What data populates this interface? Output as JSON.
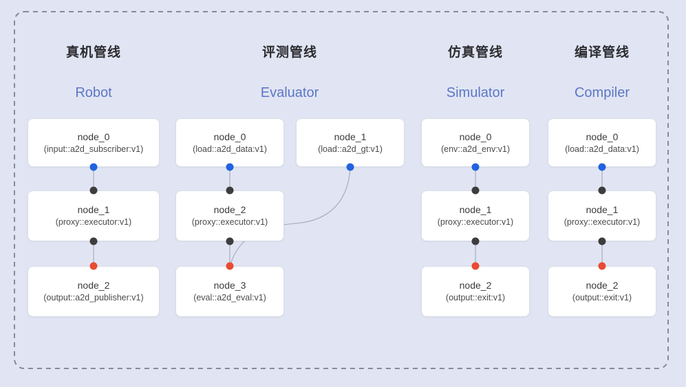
{
  "diagram": {
    "pipelines": [
      {
        "id": "robot",
        "title_zh": "真机管线",
        "title_en": "Robot",
        "nodes": [
          {
            "name": "node_0",
            "type": "(input::a2d_subscriber:v1)"
          },
          {
            "name": "node_1",
            "type": "(proxy::executor:v1)"
          },
          {
            "name": "node_2",
            "type": "(output::a2d_publisher:v1)"
          }
        ]
      },
      {
        "id": "evaluator",
        "title_zh": "评测管线",
        "title_en": "Evaluator",
        "nodes": [
          {
            "name": "node_0",
            "type": "(load::a2d_data:v1)"
          },
          {
            "name": "node_1",
            "type": "(load::a2d_gt:v1)"
          },
          {
            "name": "node_2",
            "type": "(proxy::executor:v1)"
          },
          {
            "name": "node_3",
            "type": "(eval::a2d_eval:v1)"
          }
        ]
      },
      {
        "id": "simulator",
        "title_zh": "仿真管线",
        "title_en": "Simulator",
        "nodes": [
          {
            "name": "node_0",
            "type": "(env::a2d_env:v1)"
          },
          {
            "name": "node_1",
            "type": "(proxy::executor:v1)"
          },
          {
            "name": "node_2",
            "type": "(output::exit:v1)"
          }
        ]
      },
      {
        "id": "compiler",
        "title_zh": "编译管线",
        "title_en": "Compiler",
        "nodes": [
          {
            "name": "node_0",
            "type": "(load::a2d_data:v1)"
          },
          {
            "name": "node_1",
            "type": "(proxy::executor:v1)"
          },
          {
            "name": "node_2",
            "type": "(output::exit:v1)"
          }
        ]
      }
    ],
    "colors": {
      "background": "#e1e5f3",
      "dashed_border": "#878b95",
      "box_background": "#ffffff",
      "box_border": "#d9dde7",
      "edge_line": "#a8b1c2",
      "port_blue": "#2163de",
      "port_dark": "#3d3d3d",
      "port_red": "#e84b34",
      "title_zh_color": "#2c2c30",
      "title_en_color": "#5b76c6"
    }
  }
}
